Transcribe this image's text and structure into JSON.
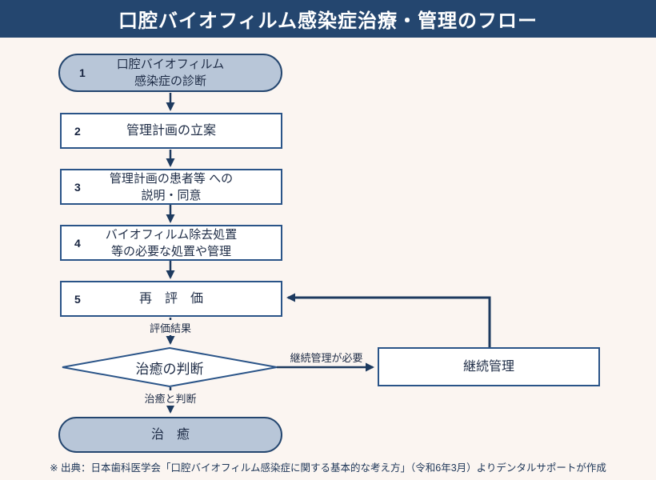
{
  "header": {
    "title": "口腔バイオフィルム感染症治療・管理のフロー"
  },
  "flow": {
    "step1": {
      "num": "1",
      "line1": "口腔バイオフィルム",
      "line2": "感染症の診断"
    },
    "step2": {
      "num": "2",
      "text": "管理計画の立案"
    },
    "step3": {
      "num": "3",
      "line1": "管理計画の患者等 への",
      "line2": "説明・同意"
    },
    "step4": {
      "num": "4",
      "line1": "バイオフィルム除去処置",
      "line2": "等の必要な処置や管理"
    },
    "step5": {
      "num": "5",
      "text": "再　評　価"
    },
    "eval_label": "評価結果",
    "decision": "治癒の判断",
    "branch_label": "継続管理が必要",
    "continue_box": "継続管理",
    "cured_label": "治癒と判断",
    "cured_box": "治　癒"
  },
  "footer": {
    "note": "※ 出典：日本歯科医学会「口腔バイオフィルム感染症に関する基本的な考え方」（令和6年3月）よりデンタルサポートが作成"
  },
  "colors": {
    "title_bar": "#24466f",
    "arrow": "#1d3a5f",
    "box_border": "#2a5488",
    "pill_fill": "#b8c6d8",
    "background": "#fbf5f1"
  }
}
